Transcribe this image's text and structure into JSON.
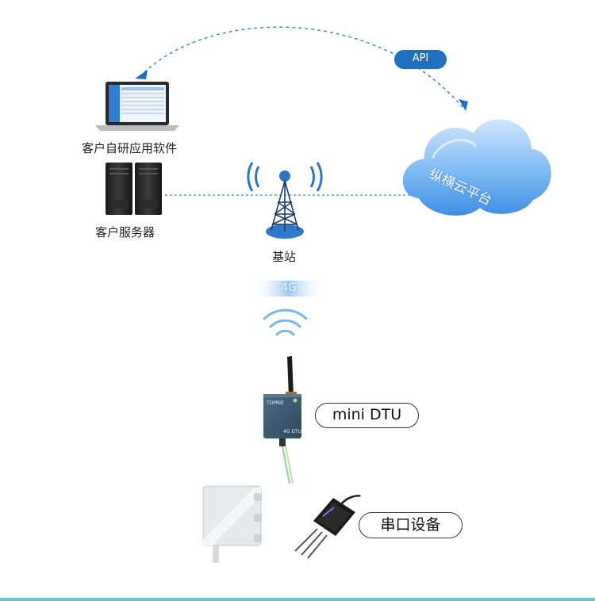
{
  "labels": {
    "api": "API",
    "cloud": "纵横云平台",
    "software": "客户自研应用软件",
    "server": "客户服务器",
    "base_station": "基站",
    "network": "4G",
    "dtu": "mini DTU",
    "serial_device": "串口设备",
    "dtu_brand": "TOPRIE",
    "dtu_model": "4G DTU"
  },
  "colors": {
    "accent_blue": "#1f6fc2",
    "cloud_blue": "#5aa7f0",
    "dash_blue": "#3b8ad8",
    "teal_bar": "#6cc6c0"
  },
  "icons": [
    "laptop-icon",
    "server-icon",
    "tower-icon",
    "cloud-icon",
    "wifi-icon",
    "dtu-device-icon",
    "sensor-box-icon",
    "soil-probe-icon"
  ]
}
